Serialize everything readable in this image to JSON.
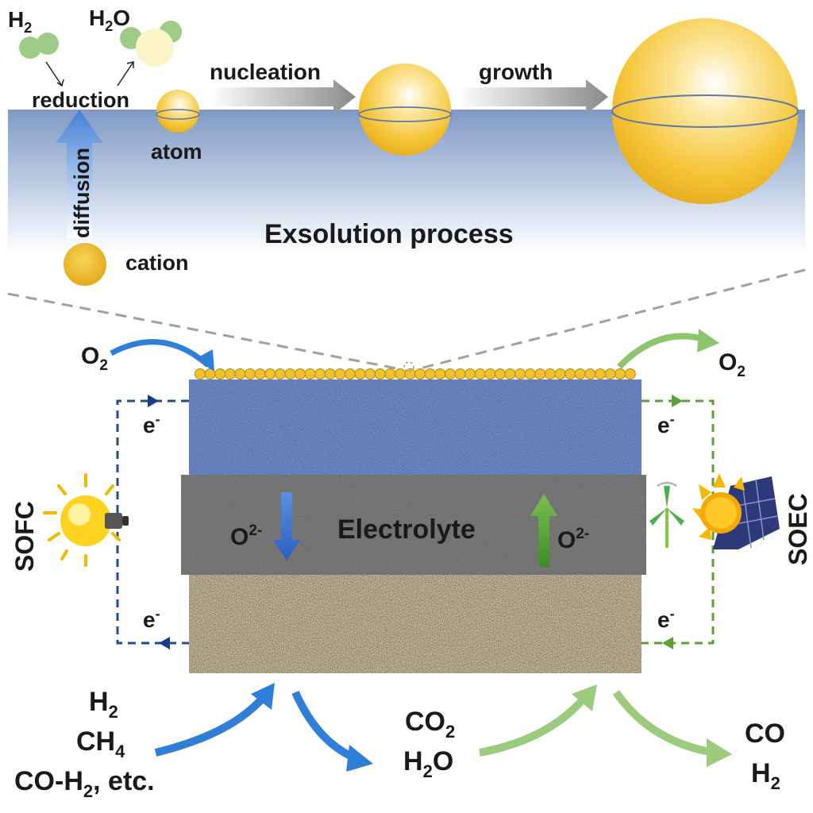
{
  "exsolution": {
    "title": "Exsolution process",
    "h2": "H",
    "h2_sub": "2",
    "h2o_a": "H",
    "h2o_sub": "2",
    "h2o_b": "O",
    "reduction": "reduction",
    "atom": "atom",
    "diffusion": "diffusion",
    "cation": "cation",
    "nucleation": "nucleation",
    "growth": "growth"
  },
  "cell": {
    "electrolyte": "Electrolyte",
    "o2_left": "O",
    "o2_left_sub": "2",
    "o2_right": "O",
    "o2_right_sub": "2",
    "oxide_ion_left": "O",
    "oxide_ion_left_sup": "2-",
    "oxide_ion_right": "O",
    "oxide_ion_right_sup": "2-",
    "electron_tl": "e",
    "electron_tl_sup": "-",
    "electron_bl": "e",
    "electron_bl_sup": "-",
    "electron_tr": "e",
    "electron_tr_sup": "-",
    "electron_br": "e",
    "electron_br_sup": "-",
    "sofc": "SOFC",
    "soec": "SOEC"
  },
  "fuels": {
    "in_h2": "H",
    "in_h2_sub": "2",
    "in_ch4": "CH",
    "in_ch4_sub": "4",
    "in_coh2_a": "CO-H",
    "in_coh2_sub": "2",
    "in_coh2_b": ", etc.",
    "out_co2": "CO",
    "out_co2_sub": "2",
    "out_h2o_a": "H",
    "out_h2o_sub": "2",
    "out_h2o_b": "O",
    "prod_co": "CO",
    "prod_h2": "H",
    "prod_h2_sub": "2"
  },
  "colors": {
    "sofc_blue": "#2f7fd8",
    "dark_blue": "#1f4e8c",
    "soec_green": "#7cbb5a",
    "dark_green": "#5ca03a",
    "gold": "#f2c12e",
    "surface_blue": "#8fa9cf",
    "electrolyte_gray": "#707070"
  }
}
